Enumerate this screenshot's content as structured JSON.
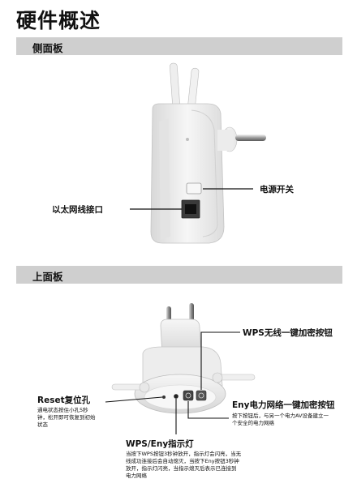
{
  "page": {
    "title": "硬件概述"
  },
  "side_panel": {
    "heading": "侧面板",
    "ethernet_label": "以太网线接口",
    "power_switch_label": "电源开关"
  },
  "top_panel": {
    "heading": "上面板",
    "wps_button_label": "WPS无线一键加密按钮",
    "reset_label": "Reset复位孔",
    "reset_desc": [
      "通电状态按住小孔5秒",
      "钟，松开即可恢复到初始",
      "状态"
    ],
    "eny_button_label": "Eny电力网络一键加密按钮",
    "eny_desc": [
      "按下按钮后，与另一个电力AV设备建立一",
      "个安全的电力网络"
    ],
    "wps_led_label": "WPS/Eny指示灯",
    "wps_led_desc": [
      "当按下WPS按钮3秒钟放开，指示灯会闪亮，当无",
      "线成功连接后会自动熄灭，当按下Eny按钮3秒钟",
      "放开，指示灯闪亮，当指示熄灭后表示已连接到",
      "电力网络"
    ]
  }
}
